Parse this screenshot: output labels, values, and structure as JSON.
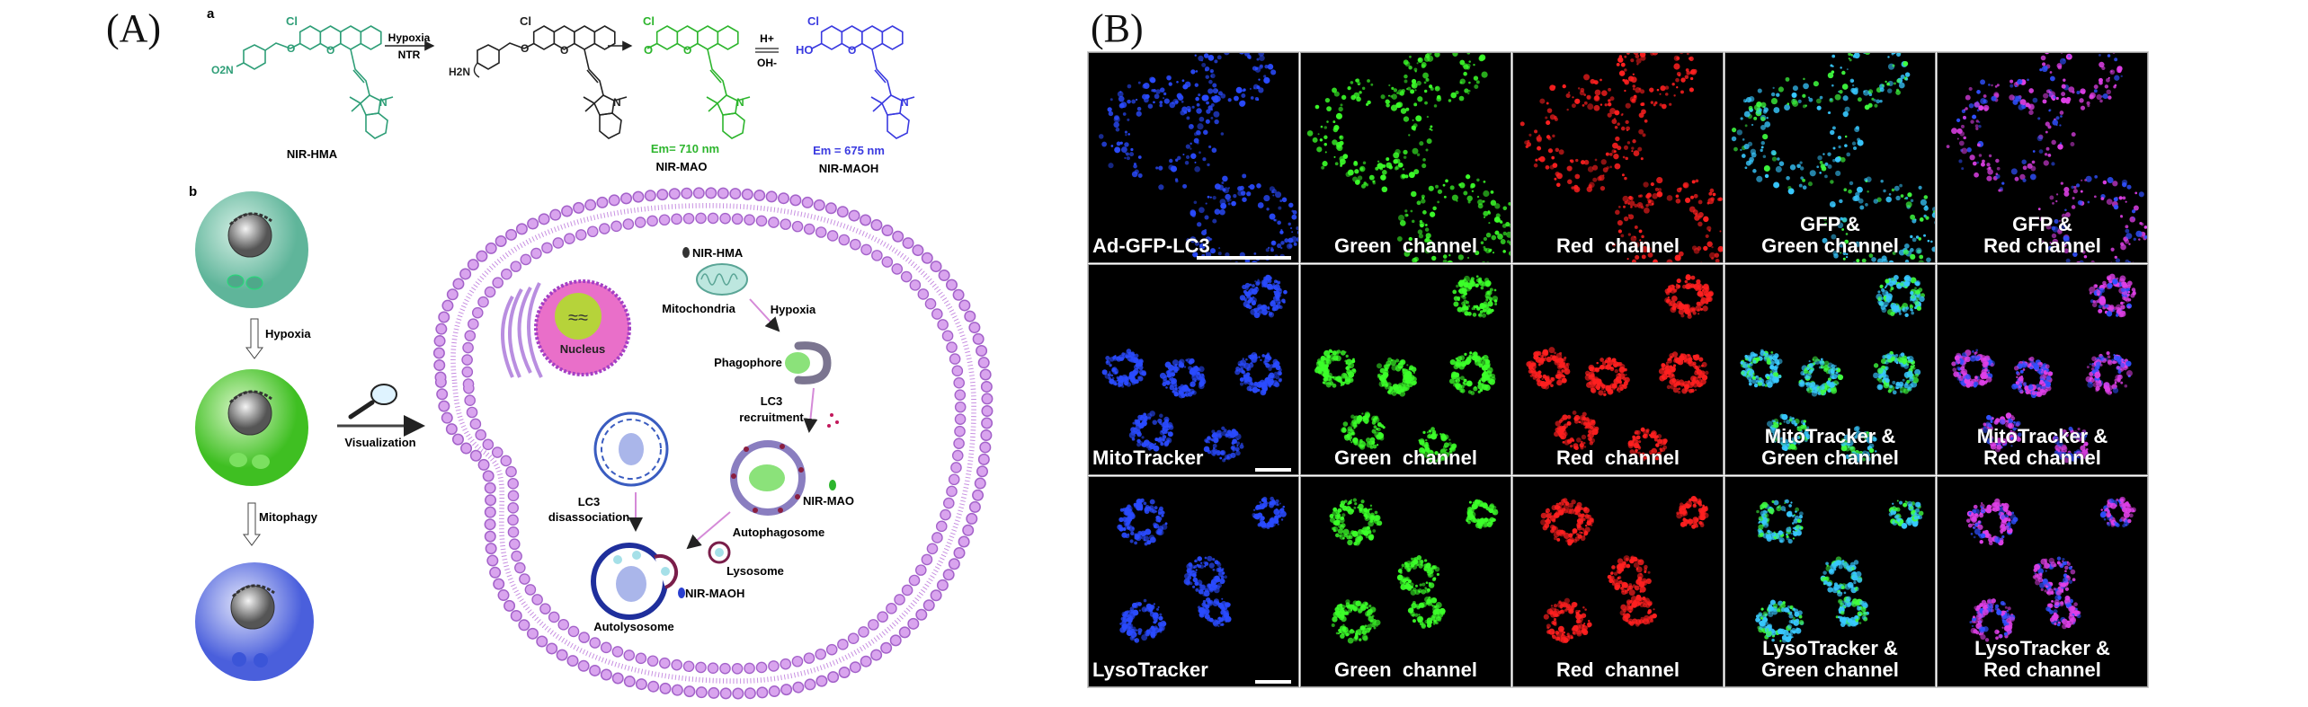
{
  "panel_a": {
    "label": "(A)",
    "sub_a": "a",
    "sub_b": "b",
    "atoms": {
      "cl": "Cl",
      "o": "O",
      "n": "N",
      "o2n": "O2N",
      "h2n": "H2N",
      "ominus": "O",
      "ho": "HO"
    },
    "reaction": {
      "arrow1_top": "Hypoxia",
      "arrow1_bottom": "NTR",
      "arrow3_top": "H+",
      "arrow3_bottom": "OH-"
    },
    "compounds": [
      {
        "name": "NIR-HMA",
        "em": "",
        "color": "#2e9e77"
      },
      {
        "name": "",
        "em": "",
        "color": "#222222"
      },
      {
        "name": "NIR-MAO",
        "em": "Em= 710 nm",
        "color": "#2db52d"
      },
      {
        "name": "NIR-MAOH",
        "em": "Em = 675 nm",
        "color": "#3a3ae0"
      }
    ],
    "scheme": {
      "hypoxia": "Hypoxia",
      "mitophagy": "Mitophagy",
      "visualization": "Visualization",
      "nucleus": "Nucleus",
      "probe_hma": "NIR-HMA",
      "mitochondria": "Mitochondria",
      "hypoxia2": "Hypoxia",
      "phagophore": "Phagophore",
      "lc3": "LC3",
      "recruitment": "recruitment",
      "autophagosome": "Autophagosome",
      "probe_mao": "NIR-MAO",
      "lc3_2": "LC3",
      "disassociation": "disassociation",
      "lysosome": "Lysosome",
      "probe_maoh": "NIR-MAOH",
      "autolysosome": "Autolysosome"
    },
    "colors": {
      "membrane": "#d9a4ee",
      "membrane_edge": "#a362c9",
      "cell1": "#6fc3a8",
      "cell2": "#63d043",
      "cell3": "#5a6fe0"
    }
  },
  "panel_b": {
    "label": "(B)",
    "channel_colors": [
      "#2a4bff",
      "#3cff2a",
      "#ff2020",
      "#38c8ff",
      "#e040e8"
    ],
    "rows": [
      {
        "labels": [
          [
            "Ad-GFP-LC3"
          ],
          [
            "Green  channel"
          ],
          [
            "Red  channel"
          ],
          [
            "GFP &",
            "Green channel"
          ],
          [
            "GFP &",
            "Red channel"
          ]
        ]
      },
      {
        "labels": [
          [
            "MitoTracker"
          ],
          [
            "Green  channel"
          ],
          [
            "Red  channel"
          ],
          [
            "MitoTracker &",
            "Green channel"
          ],
          [
            "MitoTracker &",
            "Red channel"
          ]
        ]
      },
      {
        "labels": [
          [
            "LysoTracker"
          ],
          [
            "Green  channel"
          ],
          [
            "Red  channel"
          ],
          [
            "LysoTracker &",
            "Green channel"
          ],
          [
            "LysoTracker &",
            "Red channel"
          ]
        ]
      }
    ]
  }
}
